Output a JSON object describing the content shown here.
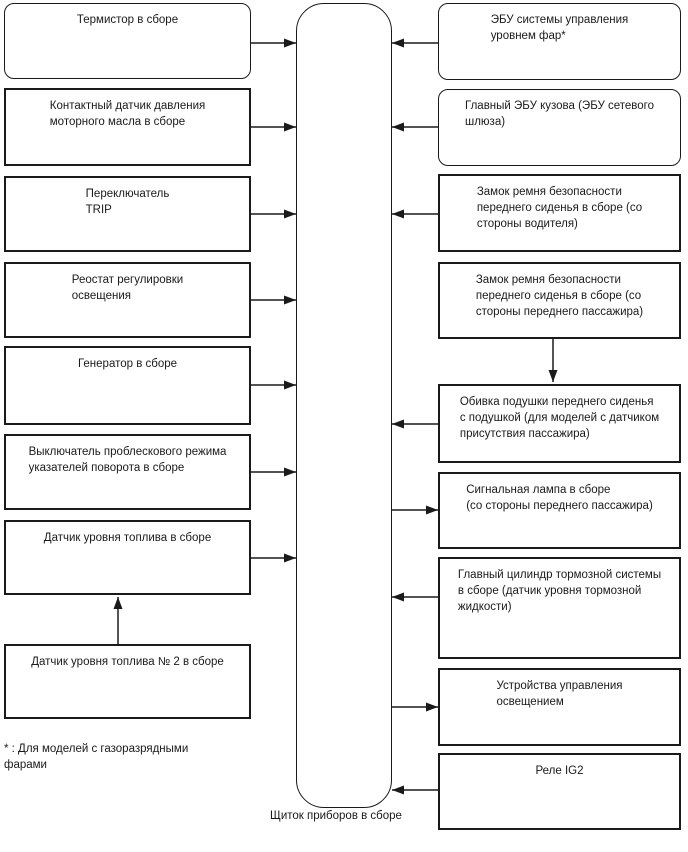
{
  "colors": {
    "background": "#ffffff",
    "line": "#1a1a1a",
    "text": "#1a1a1a"
  },
  "center": {
    "label": "Щиток приборов в сборе"
  },
  "left_boxes": [
    {
      "label": "Термистор в сборе"
    },
    {
      "label": "Контактный датчик давления\nмоторного масла в сборе"
    },
    {
      "label": "Переключатель\nTRIP"
    },
    {
      "label": "Реостат регулировки\nосвещения"
    },
    {
      "label": "Генератор в сборе"
    },
    {
      "label": "Выключатель проблескового режима\nуказателей поворота в сборе"
    },
    {
      "label": "Датчик уровня топлива в сборе"
    },
    {
      "label": "Датчик уровня топлива № 2 в сборе"
    }
  ],
  "right_boxes": [
    {
      "label": "ЭБУ системы управления\nуровнем фар*"
    },
    {
      "label": "Главный ЭБУ кузова (ЭБУ сетевого\nшлюза)"
    },
    {
      "label": "Замок ремня безопасности\nпереднего сиденья в сборе (со\nстороны водителя)"
    },
    {
      "label": "Замок ремня безопасности\nпереднего сиденья в сборе (со\nстороны переднего пассажира)"
    },
    {
      "label": "Обивка подушки переднего сиденья\nс подушкой (для моделей с датчиком\nприсутствия пассажира)"
    },
    {
      "label": "Сигнальная лампа в сборе\n(со стороны переднего пассажира)"
    },
    {
      "label": "Главный цилиндр тормозной системы\nв сборе (датчик уровня тормозной\nжидкости)"
    },
    {
      "label": "Устройства управления\nосвещением"
    },
    {
      "label": "Реле IG2"
    }
  ],
  "footnote": "* : Для моделей с газоразрядными\nфарами"
}
